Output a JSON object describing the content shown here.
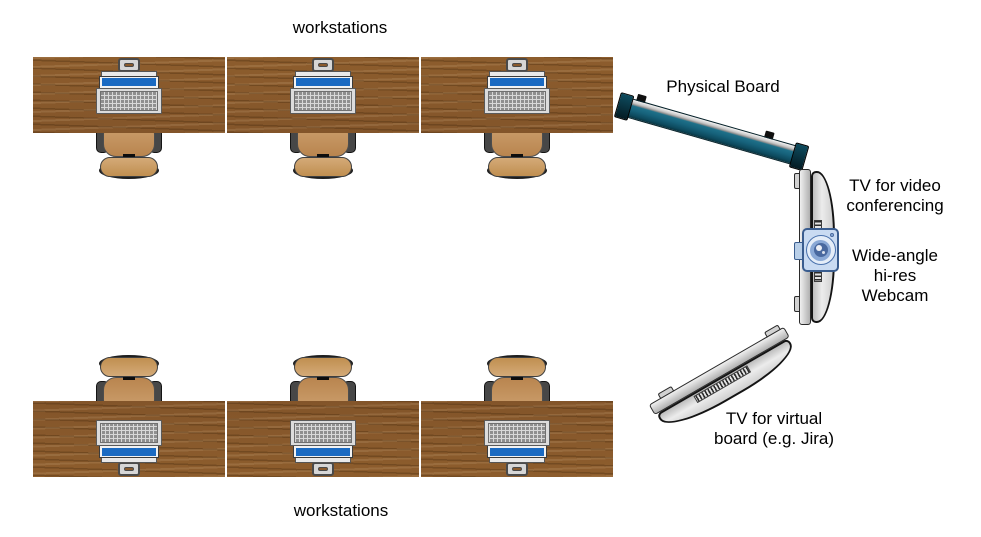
{
  "labels": {
    "workstations_top": "workstations",
    "workstations_bottom": "workstations",
    "physical_board": "Physical Board",
    "tv_video_conferencing": "TV for video\nconferencing",
    "webcam": "Wide-angle\nhi-res\nWebcam",
    "tv_virtual_board": "TV for virtual\nboard (e.g. Jira)"
  },
  "layout": {
    "workstation_rows": [
      {
        "position": "top",
        "workstations": 3,
        "equipment": [
          "monitor",
          "keyboard",
          "chair"
        ]
      },
      {
        "position": "bottom",
        "workstations": 3,
        "equipment": [
          "monitor",
          "keyboard",
          "chair"
        ]
      }
    ],
    "right_side_items": [
      "physical-board",
      "tv-video-conferencing",
      "webcam",
      "tv-virtual-board"
    ]
  },
  "colors": {
    "background": "#ffffff",
    "desk_wood": "#8a5a2c",
    "monitor_screen_blue": "#1a6ac2",
    "board_teal": "#16617a",
    "tv_gray": "#d9d9d9",
    "webcam_body_blue": "#c9dbf2",
    "webcam_border_blue": "#3a5d8f",
    "chair_tan": "#c79b6b",
    "text": "#000000"
  }
}
